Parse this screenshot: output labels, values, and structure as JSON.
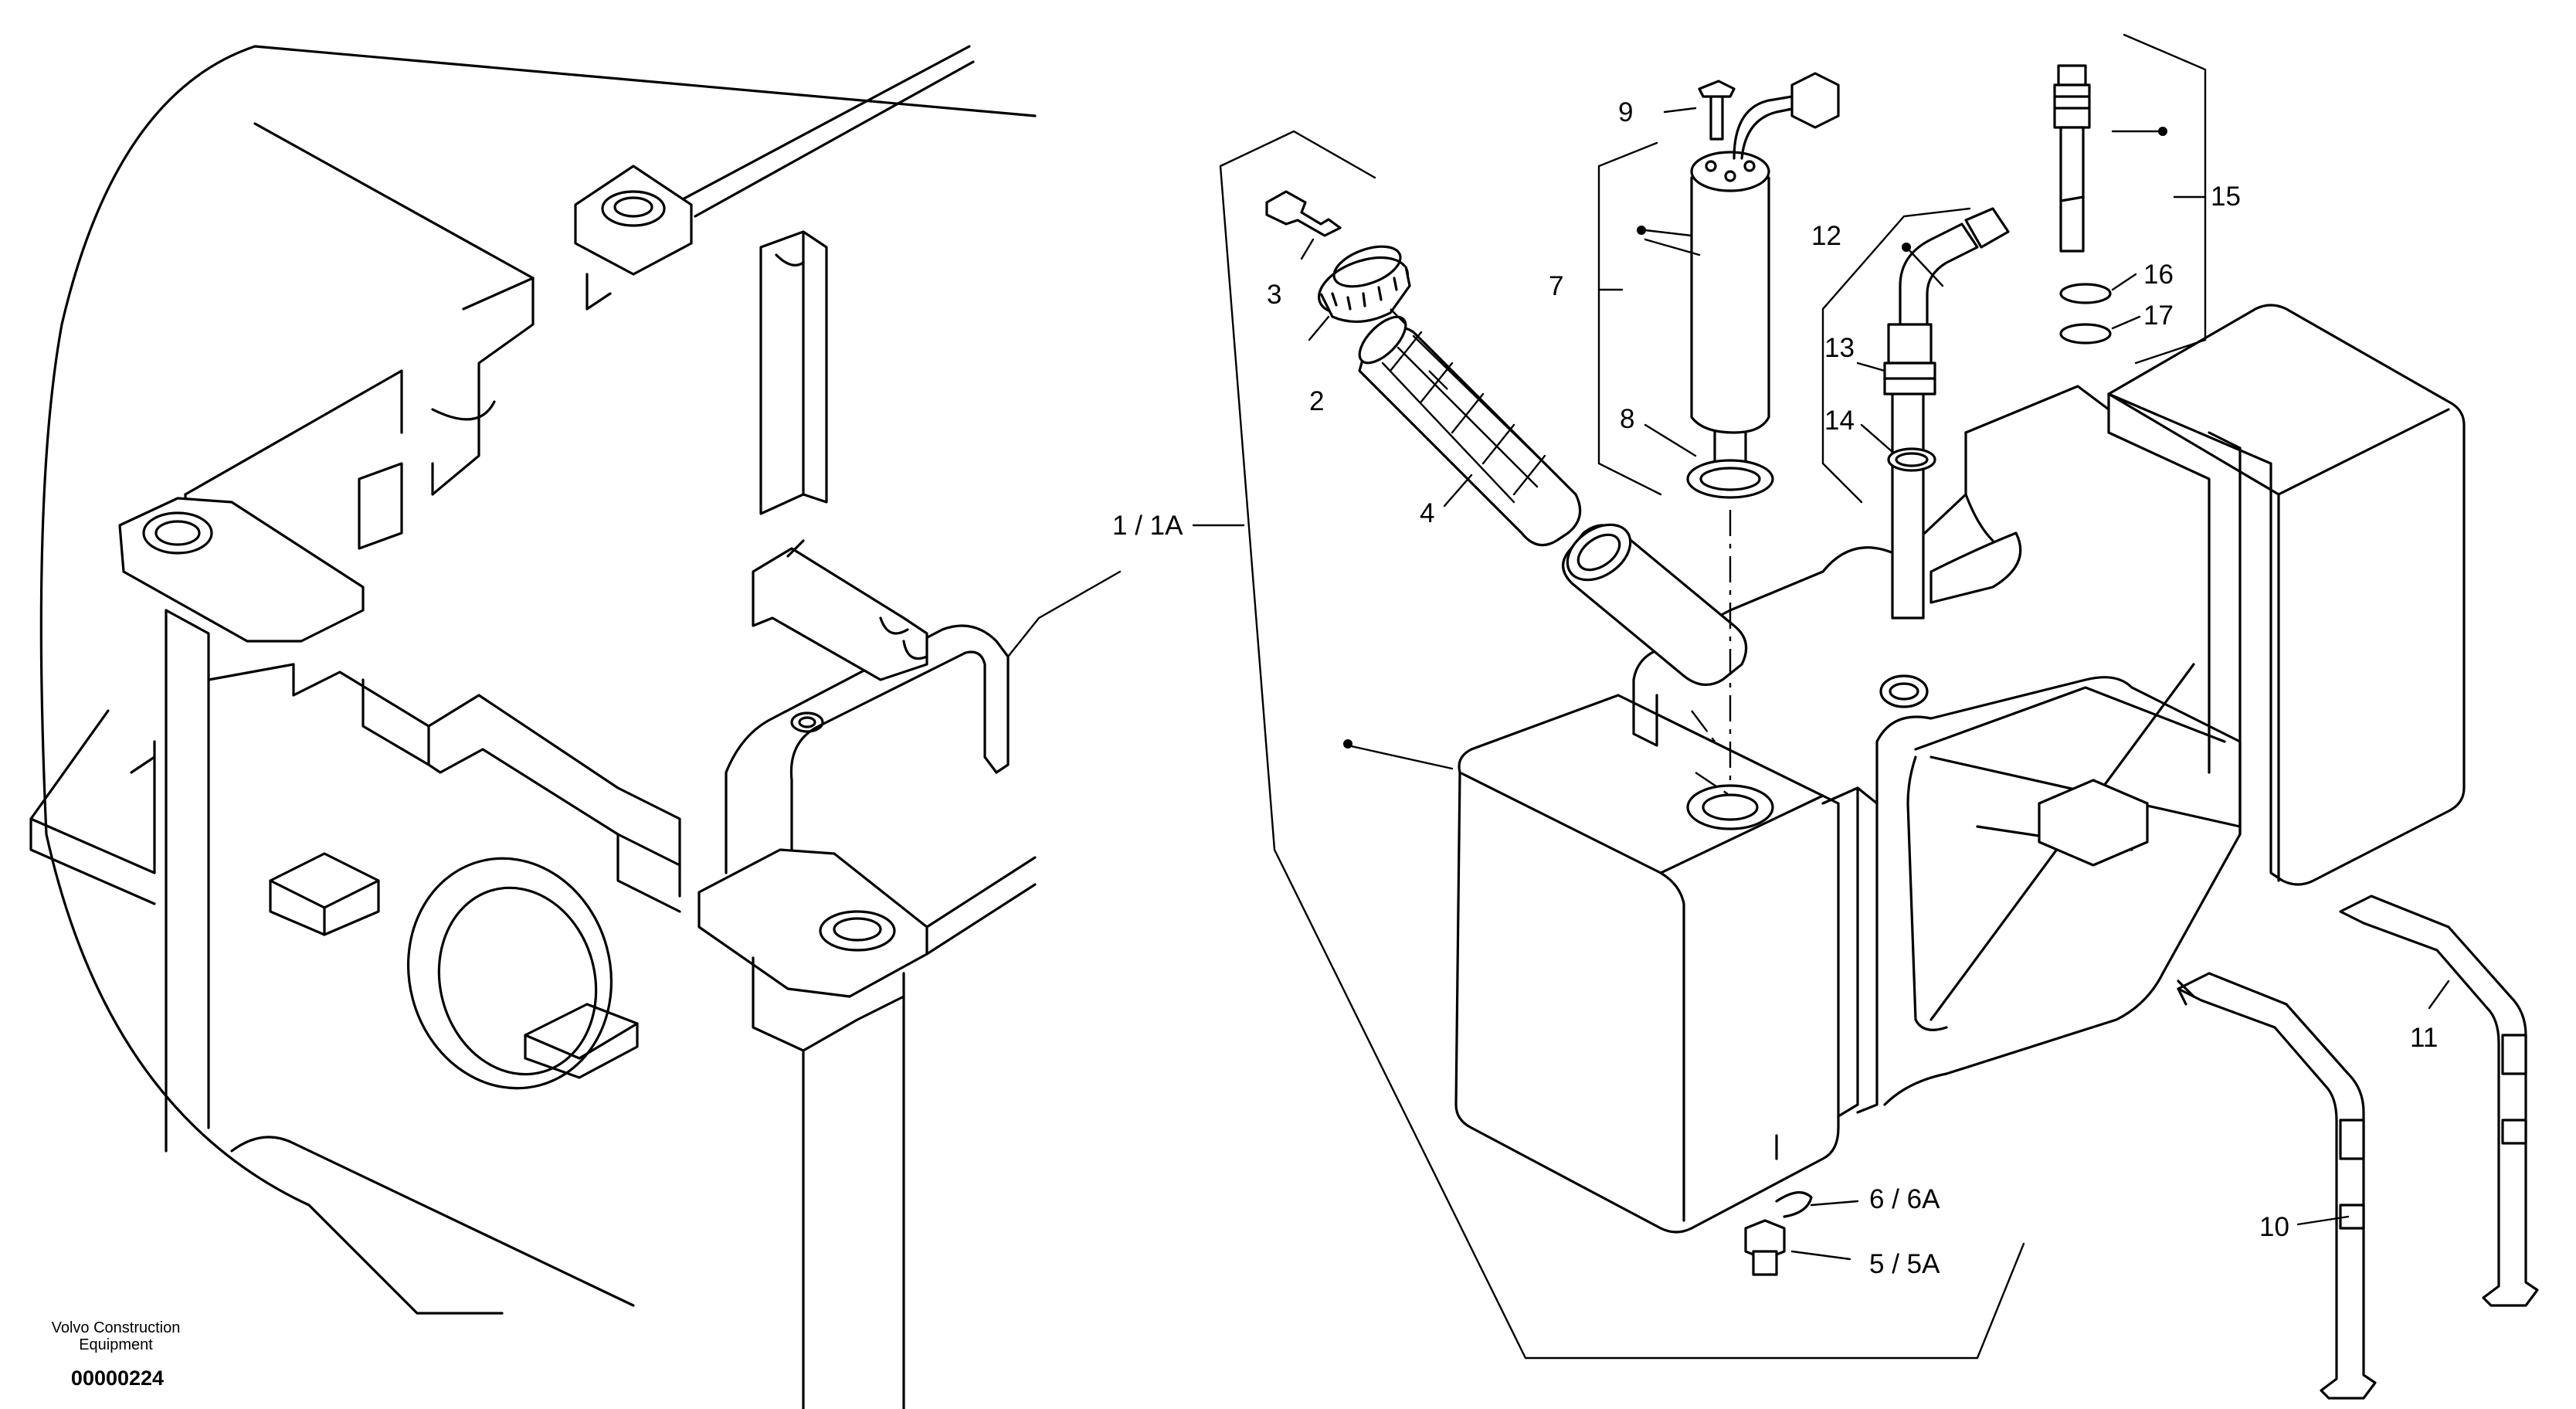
{
  "callouts": {
    "c1": "1 / 1A",
    "c2": "2",
    "c3": "3",
    "c4": "4",
    "c5": "5 / 5A",
    "c6": "6 / 6A",
    "c7": "7",
    "c8": "8",
    "c9": "9",
    "c10": "10",
    "c11": "11",
    "c12": "12",
    "c13": "13",
    "c14": "14",
    "c15": "15",
    "c16": "16",
    "c17": "17"
  },
  "footer": {
    "brand_line1": "Volvo Construction",
    "brand_line2": "Equipment",
    "drawing_number": "00000224"
  }
}
